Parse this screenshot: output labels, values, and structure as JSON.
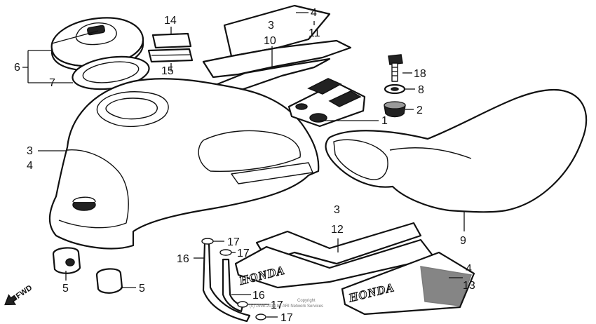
{
  "callouts": {
    "fuel_cap": "6",
    "cap_gasket": "7",
    "pad_upper": "14",
    "pad_lower": "15",
    "upper_strip_a": "3",
    "upper_strip_b": "10",
    "upper_strip_c": "4",
    "upper_strip_d": "11",
    "tank_side_a": "3",
    "tank_side_b": "4",
    "bolt": "18",
    "washer": "8",
    "rubber": "2",
    "seat_bracket": "1",
    "seat": "9",
    "mount_left": "5",
    "mount_right": "5",
    "stripe_a": "3",
    "stripe_b": "12",
    "stripe_c": "4",
    "stripe_d": "13",
    "tube_left": "16",
    "tube_right": "16",
    "clip_1": "17",
    "clip_2": "17",
    "clip_3": "17",
    "clip_4": "17"
  },
  "emblems": {
    "left": "HONDA",
    "right": "HONDA"
  },
  "copyright": {
    "line1": "Copyright",
    "line2": "(c) 1998-2014 by ARI Network Services"
  },
  "fwd_label": "FWD"
}
